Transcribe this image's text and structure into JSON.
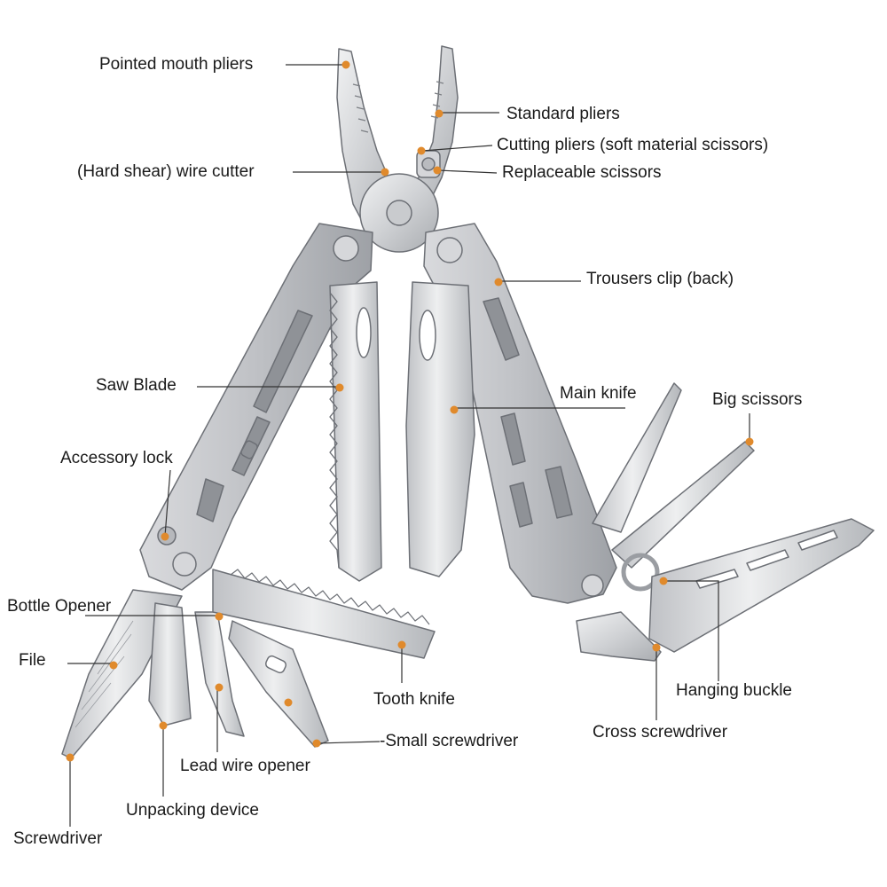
{
  "diagram": {
    "labels": {
      "pointed_mouth_pliers": "Pointed mouth pliers",
      "standard_pliers": "Standard pliers",
      "cutting_pliers": "Cutting pliers (soft material scissors)",
      "wire_cutter": "(Hard shear) wire cutter",
      "replaceable_scissors": "Replaceable scissors",
      "trousers_clip": "Trousers clip (back)",
      "saw_blade": "Saw Blade",
      "main_knife": "Main knife",
      "big_scissors": "Big scissors",
      "accessory_lock": "Accessory lock",
      "bottle_opener": "Bottle Opener",
      "file": "File",
      "tooth_knife": "Tooth knife",
      "small_screwdriver": "-Small screwdriver",
      "hanging_buckle": "Hanging buckle",
      "cross_screwdriver": "Cross screwdriver",
      "lead_wire_opener": "Lead wire opener",
      "unpacking_device": "Unpacking device",
      "screwdriver": "Screwdriver"
    },
    "colors": {
      "marker": "#e08a2c",
      "leader_line": "#333333",
      "steel_light": "#e3e4e6",
      "steel_mid": "#c4c6ca",
      "steel_dark": "#8f9297",
      "outline": "#6d7076"
    }
  }
}
